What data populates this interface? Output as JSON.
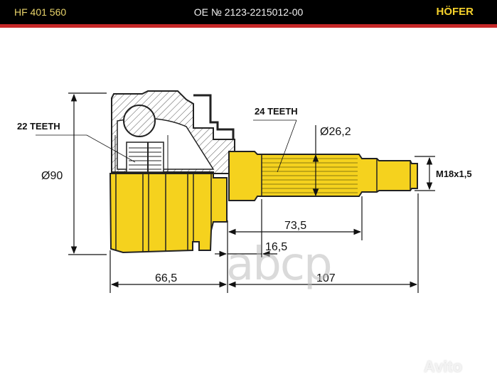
{
  "header": {
    "part_number": "HF 401 560",
    "oe_number": "OE № 2123-2215012-00",
    "brand": "HÖFER",
    "colors": {
      "bar": "#000000",
      "accent_line": "#c62828",
      "brand": "#f6d22c",
      "part_text": "#e8d36a"
    }
  },
  "diagram": {
    "title": "CV joint outer — dimensional drawing",
    "fill_color": "#f5d21e",
    "labels": {
      "outer_teeth": "22 TEETH",
      "shaft_teeth": "24 TEETH",
      "outer_diameter": "Ø90",
      "spline_diameter": "Ø26,2",
      "thread": "M18x1,5",
      "dim_body_length": "66,5",
      "dim_shaft_length": "107",
      "dim_spline_end": "73,5",
      "dim_spline_start": "16,5"
    }
  },
  "watermarks": {
    "center": "abcp",
    "corner": "Avito"
  }
}
